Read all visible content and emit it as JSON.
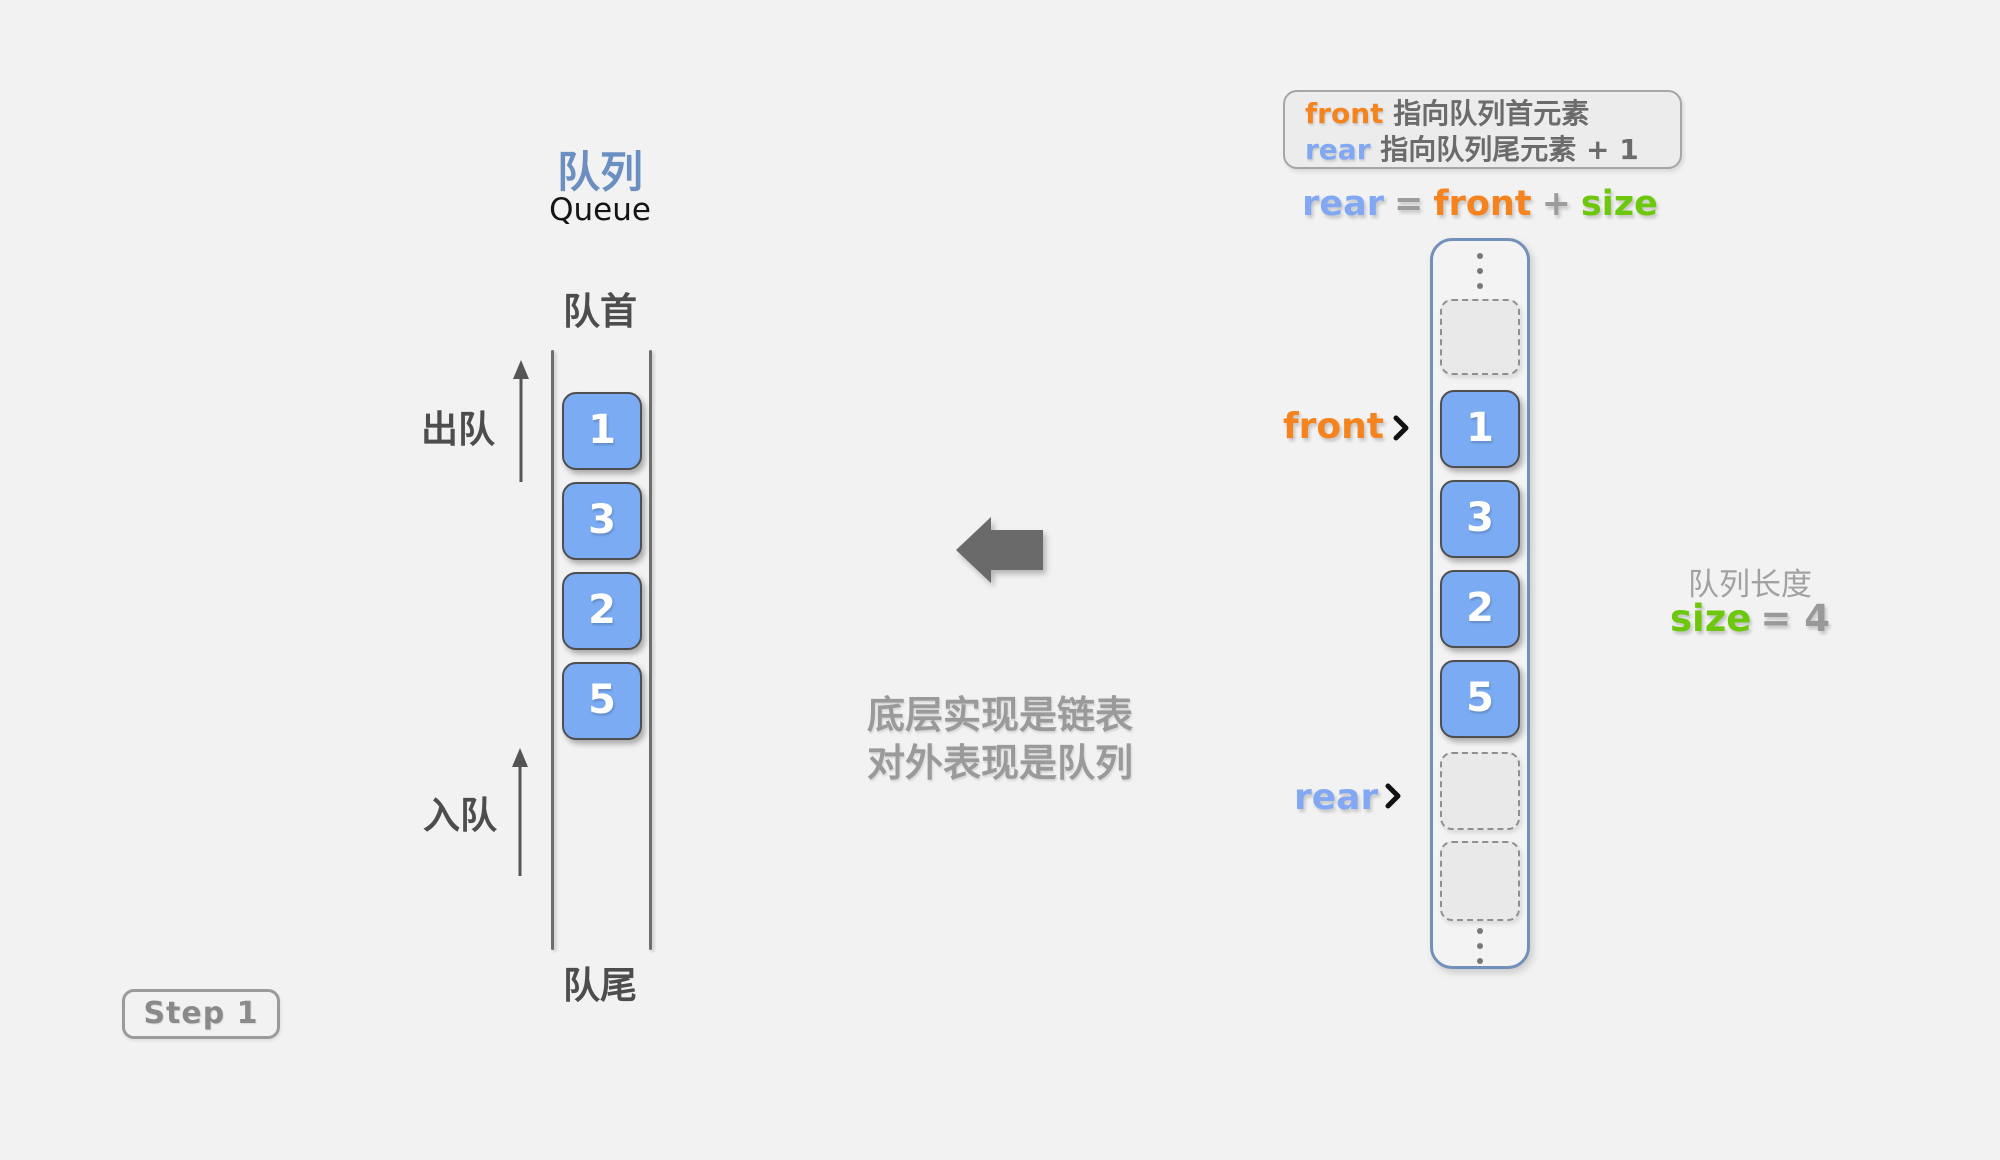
{
  "colors": {
    "background": "#f2f2f2",
    "element_blue": "#7aabf3",
    "element_border": "#4f4f4f",
    "container_border": "#7390ba",
    "front_orange": "#f5831f",
    "rear_blue": "#82a8f4",
    "size_green": "#6dc80d",
    "title_blue": "#6c8fc2",
    "label_dark_gray": "#4d4d4d",
    "note_gray": "#9a9a9a"
  },
  "left_queue": {
    "title_cn": "队列",
    "title_en": "Queue",
    "head_label": "队首",
    "tail_label": "队尾",
    "dequeue_label": "出队",
    "enqueue_label": "入队",
    "elements": [
      "1",
      "3",
      "2",
      "5"
    ]
  },
  "middle_note": {
    "line1": "底层实现是链表",
    "line2": "对外表现是队列"
  },
  "legend": {
    "line1_keyword": "front",
    "line1_text": "指向队列首元素",
    "line2_keyword": "rear",
    "line2_text": "指向队列尾元素 + 1"
  },
  "formula": {
    "rear": "rear",
    "eq": "=",
    "front": "front",
    "plus": "+",
    "size": "size"
  },
  "array": {
    "elements": [
      "1",
      "3",
      "2",
      "5"
    ],
    "front_label": "front",
    "rear_label": "rear"
  },
  "size_info": {
    "caption": "队列长度",
    "keyword": "size",
    "value": "= 4"
  },
  "step_badge": {
    "label": "Step 1"
  },
  "icons": {
    "dequeue": "up-arrow",
    "enqueue": "up-arrow",
    "middle": "left-block-arrow",
    "front_pointer": "chevron-right",
    "rear_pointer": "chevron-right",
    "hidden_items": "vertical-ellipsis"
  }
}
